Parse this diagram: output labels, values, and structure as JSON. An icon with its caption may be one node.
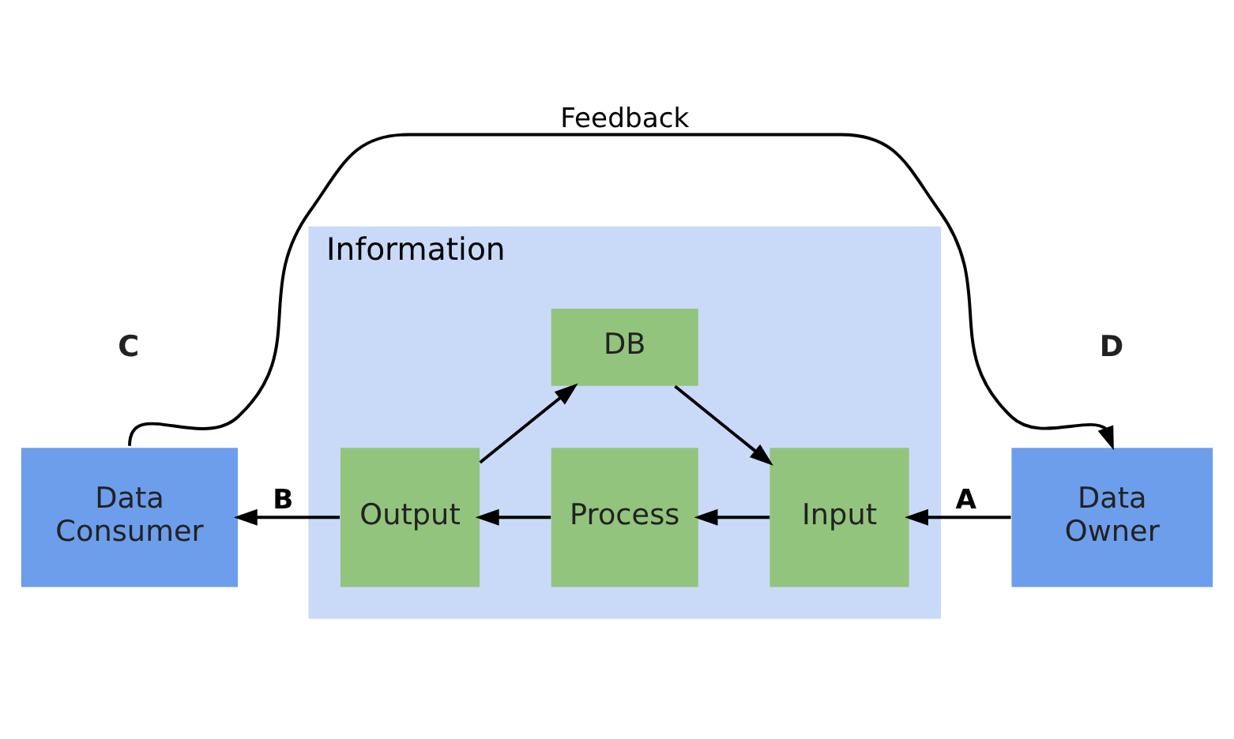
{
  "diagram": {
    "nodes": [
      {
        "text": [
          "Data Consumer"
        ]
      },
      {
        "text": [
          "Information"
        ]
      },
      {
        "text": [
          "DB"
        ],
        "in": 1
      },
      {
        "text": [
          "Output"
        ],
        "in": 1
      },
      {
        "text": [
          "Process"
        ],
        "in": 1
      },
      {
        "text": [
          "Input"
        ],
        "in": 1
      },
      {
        "text": [
          "Data Owner"
        ]
      }
    ],
    "edges": [
      {
        "from": 0,
        "to": 6,
        "arrow": "to",
        "label": "Feedback"
      },
      {
        "from": 3,
        "to": 2,
        "arrow": "to"
      },
      {
        "from": 2,
        "to": 5,
        "arrow": "to"
      },
      {
        "from": 6,
        "to": 5,
        "arrow": "to",
        "label": "A"
      },
      {
        "from": 5,
        "to": 4,
        "arrow": "to"
      },
      {
        "from": 4,
        "to": 3,
        "arrow": "to"
      },
      {
        "from": 3,
        "to": 0,
        "arrow": "to",
        "label": "B"
      }
    ],
    "labels": [
      "C",
      "D"
    ]
  }
}
